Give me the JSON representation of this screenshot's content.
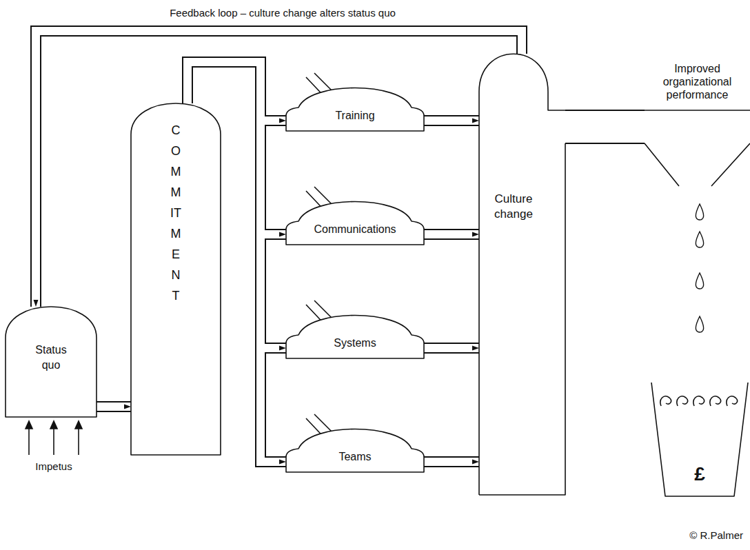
{
  "diagram": {
    "nodes": [
      {
        "text": [
          "Status quo"
        ]
      },
      {
        "text": [
          "COMMITMENT"
        ]
      },
      {
        "text": [
          "Training"
        ]
      },
      {
        "text": [
          "Communications"
        ]
      },
      {
        "text": [
          "Systems"
        ]
      },
      {
        "text": [
          "Teams"
        ]
      },
      {
        "text": [
          "Culture change"
        ]
      },
      {
        "text": [
          "Improved organizational performance"
        ]
      },
      {
        "text": [
          "£"
        ]
      }
    ],
    "edges": [
      {
        "from": 0,
        "to": 1,
        "arrow": "to"
      },
      {
        "from": 1,
        "to": 2,
        "arrow": "to"
      },
      {
        "from": 1,
        "to": 3,
        "arrow": "to"
      },
      {
        "from": 1,
        "to": 4,
        "arrow": "to"
      },
      {
        "from": 1,
        "to": 5,
        "arrow": "to"
      },
      {
        "from": 2,
        "to": 6,
        "arrow": "to"
      },
      {
        "from": 3,
        "to": 6,
        "arrow": "to"
      },
      {
        "from": 4,
        "to": 6,
        "arrow": "to"
      },
      {
        "from": 5,
        "to": 6,
        "arrow": "to"
      },
      {
        "from": 6,
        "to": 0,
        "label": "Feedback loop – culture change alters status quo",
        "arrow": "to"
      },
      {
        "from": 6,
        "to": 7,
        "arrow": "none"
      }
    ],
    "labels": [
      "Impetus",
      "© R.Palmer"
    ]
  }
}
